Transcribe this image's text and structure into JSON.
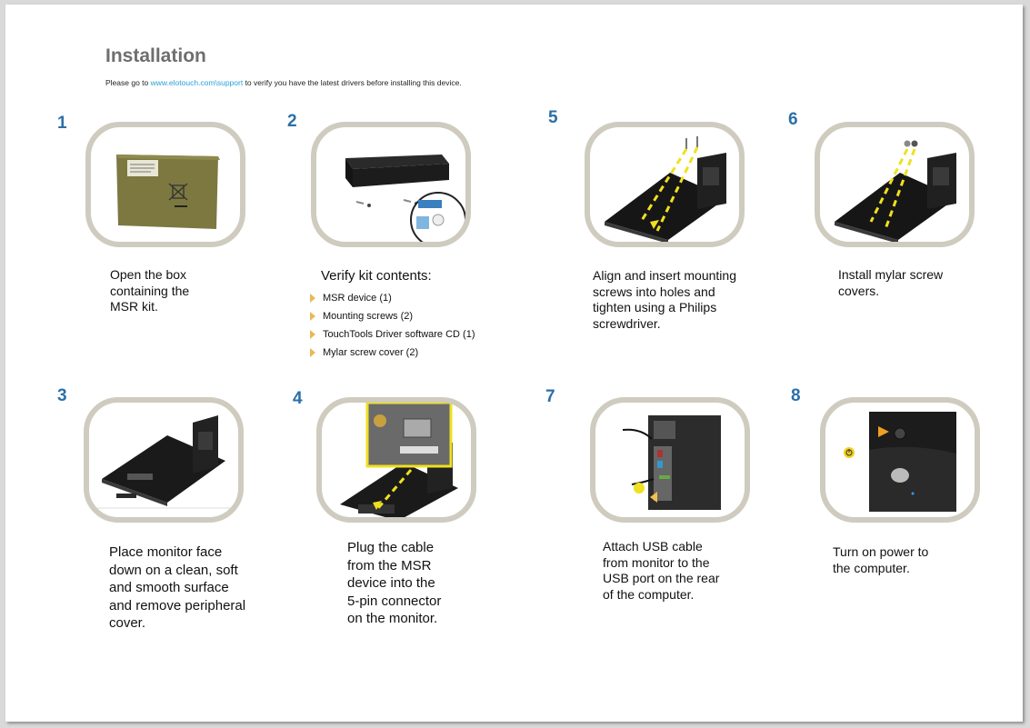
{
  "title": "Installation",
  "intro": {
    "before": "Please go to ",
    "link": "www.elotouch.com\\support",
    "after": " to verify you have the latest drivers before installing this device."
  },
  "steps": {
    "s1": {
      "number": "1",
      "caption": "Open the box\ncontaining the\nMSR kit."
    },
    "s2": {
      "number": "2",
      "caption": "Verify kit contents:"
    },
    "s3": {
      "number": "3",
      "caption": "Place monitor face\ndown on a clean, soft\nand smooth surface\nand remove peripheral\ncover."
    },
    "s4": {
      "number": "4",
      "caption": "Plug the cable\nfrom the MSR\ndevice into the\n5-pin connector\non the monitor."
    },
    "s5": {
      "number": "5",
      "caption": "Align and insert mounting\nscrews into holes and\ntighten using a Philips\nscrewdriver."
    },
    "s6": {
      "number": "6",
      "caption": "Install mylar screw\ncovers."
    },
    "s7": {
      "number": "7",
      "caption": "Attach USB cable\nfrom monitor to the\nUSB port on the rear\nof the computer."
    },
    "s8": {
      "number": "8",
      "caption": "Turn on power to\nthe computer."
    }
  },
  "kit_items": [
    "MSR device (1)",
    "Mounting screws (2)",
    "TouchTools Driver software CD (1)",
    "Mylar screw cover (2)"
  ],
  "colors": {
    "step_number": "#2b6fa8",
    "frame": "#cfcbbf",
    "link": "#2aa0d8",
    "bullet": "#e8b85a",
    "arrow": "#f0e020"
  }
}
